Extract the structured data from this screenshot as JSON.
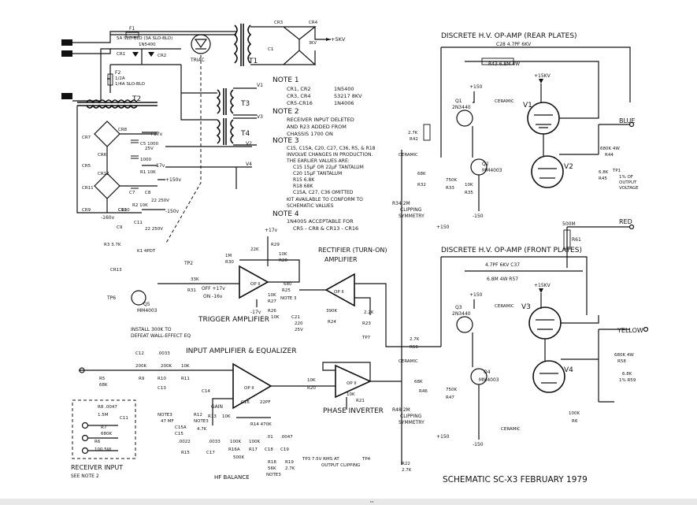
{
  "title": "SCHEMATIC SC-X3 FEBRUARY 1979",
  "sections": {
    "rear_amp": "DISCRETE H.V. OP-AMP (REAR PLATES)",
    "front_amp": "DISCRETE H.V. OP-AMP (FRONT PLATES)",
    "trigger": "TRIGGER AMPLIFIER",
    "rectifier_1": "RECTIFIER (TURN-ON)",
    "rectifier_2": "AMPLIFIER",
    "input": "INPUT AMPLIFIER & EQUALIZER",
    "phase": "PHASE INVERTER",
    "gain": "GAIN",
    "hf": "HF BALANCE",
    "receiver_1": "RECEIVER INPUT",
    "receiver_2": "SEE NOTE 2",
    "install_1": "INSTALL 300K TO",
    "install_2": "DEFEAT WALL-EFFECT EQ"
  },
  "outputs": {
    "blue": "BLUE",
    "red": "RED",
    "yellow": "YELLOW"
  },
  "notes": {
    "n1_title": "NOTE 1",
    "n1_lines": [
      [
        "CR1, CR2",
        "1N5400"
      ],
      [
        "CR3, CR4",
        "53217  8KV"
      ],
      [
        "CR5-CR16",
        "1N4006"
      ]
    ],
    "n2_title": "NOTE 2",
    "n2_lines": [
      "RECEIVER INPUT DELETED",
      "AND R23 ADDED FROM",
      "CHASSIS 1700 ON"
    ],
    "n3_title": "NOTE 3",
    "n3_lines": [
      "C15, C15A, C20, C27, C36, R5, & R18",
      "INVOLVE CHANGES IN PRODUCTION.",
      "THE EARLIER VALUES ARE:",
      "C15   15µF OR 22µF TANTALUM",
      "C20   15µF TANTALUM",
      "R15   6.8K",
      "R18   68K",
      "C15A, C27, C36 OMITTED",
      "KIT AVAILABLE TO CONFORM TO",
      "SCHEMATIC VALUES"
    ],
    "n4_title": "NOTE 4",
    "n4_lines": [
      "1N4005 ACCEPTABLE FOR",
      "CR5 - CR8 & CR13 - CR16"
    ]
  },
  "tp_labels": {
    "tp1": "TP1",
    "tp1_note": [
      "1% OF",
      "OUTPUT",
      "VOLTAGE"
    ],
    "tp2": "TP2",
    "tp3": "TP3  7.5V RMS AT",
    "tp4": "TP4",
    "tp3_note": "OUTPUT CLIPPING",
    "tp6": "TP6",
    "tp7": "TP7"
  },
  "labels": {
    "t1": "T1",
    "t2": "T2",
    "t3": "T3",
    "t4": "T4",
    "triac": "TRIAC",
    "f1": "F1",
    "f1_val": "5A SLO-BLO (3A SLO-BLO)",
    "f2": "F2",
    "f2_val": "1/2A",
    "f2_val2": "1/4A SLO-BLO",
    "plus5kv": "+5KV",
    "plus15kv_a": "+15KV",
    "plus15kv_b": "+15KV",
    "plus150_a": "+150",
    "plus150_b": "+150",
    "minus150_a": "-150",
    "minus150_b": "-150",
    "plus150_c": "+150",
    "plus150_d": "+150",
    "plus17": "+17v",
    "minus17": "-17v",
    "plus150v": "+150v",
    "minus150v": "-150v",
    "v1": "V1",
    "v2": "V2",
    "v3": "V3",
    "v4": "V4",
    "q1": "Q1",
    "q1_part": "2N3440",
    "q2": "Q2",
    "q2_part": "MM4003",
    "q3": "Q3",
    "q3_part": "2N3440",
    "q4": "Q4",
    "q4_part": "MM4003",
    "q5": "Q5",
    "q5_part": "MM4003",
    "ceramic": "CERAMIC",
    "r34": "R34  2M",
    "r34_b": "CLIPPING",
    "r34_c": "SYMMETRY",
    "r48": "R48  2M",
    "r48_b": "CLIPPING",
    "r48_c": "SYMMETRY",
    "c28": "C28  4.7PF  6KV",
    "r43": "R43  6.8M  4W",
    "c37": "4.7PF  6KV  C37",
    "r57": "6.8M  4W  R57",
    "r61": "R61",
    "r61_val": "500M",
    "off": "OFF +17v",
    "on": "ON  -16v",
    "r44": "680K 4W",
    "r44_n": "R44",
    "r58": "680K 4W",
    "r58_n": "R58",
    "r59": "6.8K",
    "r59_n": "1% R59",
    "r45": "6.8K",
    "r45_n": "R45"
  }
}
